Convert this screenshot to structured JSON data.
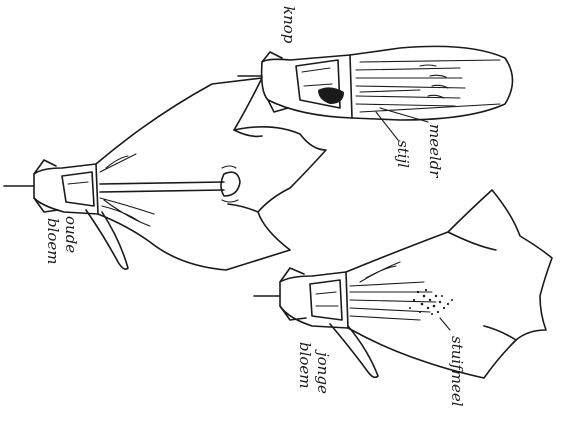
{
  "labels": {
    "bud": "knop",
    "anthers": "meeldr",
    "style": "stijl",
    "old_flower": [
      "oude",
      "bloem"
    ],
    "young_flower": [
      "jonge",
      "bloem"
    ],
    "pollen": "stuifmeel"
  }
}
